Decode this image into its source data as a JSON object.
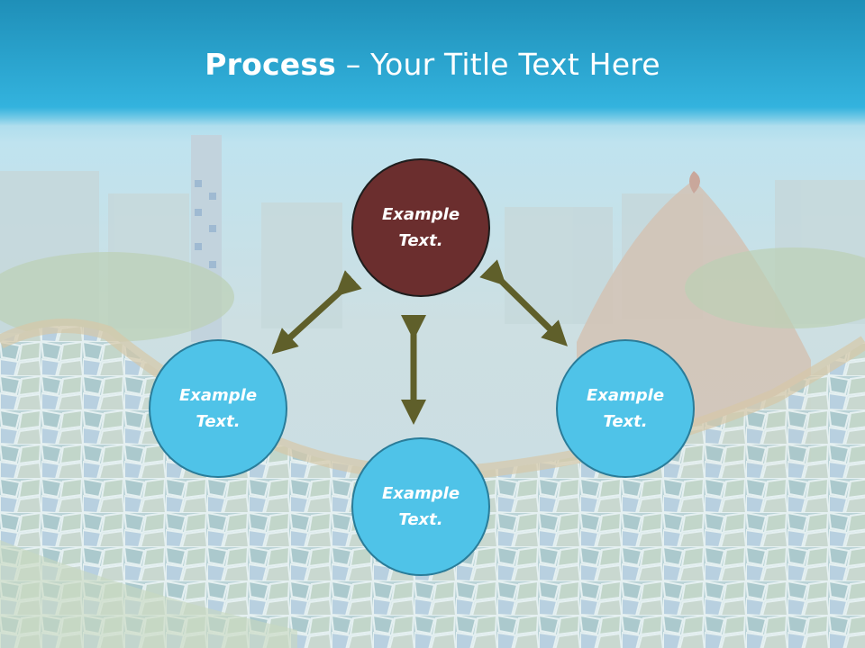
{
  "title": {
    "bold": "Process",
    "rest": " – Your Title Text Here"
  },
  "colors": {
    "title_band_top": "#1f8fb8",
    "title_band_bottom": "#35b6e0",
    "center_node": "#6b2e2e",
    "outer_node": "#4fc3e8",
    "arrow": "#5f5f2a"
  },
  "nodes": {
    "top": "Example\nText.",
    "left": "Example\nText.",
    "right": "Example\nText.",
    "bottom": "Example\nText."
  }
}
